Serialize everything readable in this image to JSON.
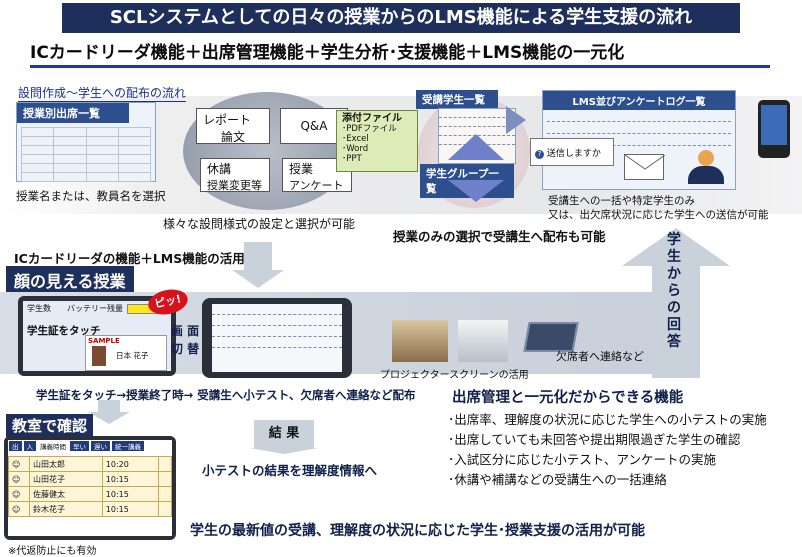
{
  "title": "SCLシステムとしての日々の授業からのLMS機能による学生支援の流れ",
  "subtitle": "ICカードリーダ機能＋出席管理機能＋学生分析･支援機能＋LMS機能の一元化",
  "flow": {
    "label": "設問作成～学生への配布の流れ",
    "course_panel_title": "授業別出席一覧",
    "course_caption": "授業名または、教員名を選択",
    "card_labels": [
      "レポート",
      "論文",
      "Q&A",
      "休講",
      "授業変更等",
      "授業",
      "アンケート"
    ],
    "attach_title": "添付ファイル",
    "attach_items": [
      "･PDFファイル",
      "･Excel",
      "･Word",
      "･PPT"
    ],
    "design_caption": "様々な設問様式の設定と選択が可能",
    "students_panel_title": "受講学生一覧",
    "group_panel_title": "学生グループ一覧",
    "group_caption": "授業のみの選択で受講生へ配布も可能",
    "lms_panel_title": "LMS並びアンケートログ一覧",
    "send_prompt": "送信しますか",
    "send_caption_1": "受講生への一括や特定学生のみ",
    "send_caption_2": "又は、出欠席状況に応じた学生への送信が可能"
  },
  "section2": {
    "heading": "ICカードリーダの機能＋LMS機能の活用",
    "face_title": "顔の見える授業",
    "reader_labels": {
      "count": "学生数",
      "battery": "バッテリー残量",
      "touch": "学生証をタッチ",
      "sample": "SAMPLE",
      "name": "日本 花子"
    },
    "beep": "ピッ!",
    "switch_label": "画 面 切 替",
    "projector_caption": "プロジェクタースクリーンの活用",
    "absent_caption": "欠席者へ連絡など",
    "arrow_text": "学生からの回答",
    "flow_caption": "学生証をタッチ→授業終了時→ 受講生へ小テスト、欠席者へ連絡など配布"
  },
  "classroom": {
    "title": "教室で確認",
    "note": "※代返防止にも有効",
    "tabs": [
      "出",
      "入",
      "講義時間",
      "早い",
      "遅い",
      "統一講義"
    ],
    "rows": [
      {
        "name": "山田太郎",
        "time": "10:20"
      },
      {
        "name": "山田花子",
        "time": "10:15"
      },
      {
        "name": "佐藤健太",
        "time": "10:15"
      },
      {
        "name": "鈴木花子",
        "time": "10:15"
      }
    ]
  },
  "result": {
    "label": "結 果",
    "caption": "小テストの結果を理解度情報へ"
  },
  "features": {
    "title": "出席管理と一元化だからできる機能",
    "items": [
      "･出席率、理解度の状況に応じた学生への小テストの実施",
      "･出席していても未回答や提出期限過ぎた学生の確認",
      "･入試区分に応じた小テスト、アンケートの実施",
      "･休講や補講などの受講生への一括連絡"
    ]
  },
  "footer": "学生の最新値の受講、理解度の状況に応じた学生･授業支援の活用が可能",
  "colors": {
    "navy": "#1f2f5c",
    "blue": "#2d4f8e",
    "green": "#dcebb8",
    "gray_arrow": "#c9d1db"
  }
}
